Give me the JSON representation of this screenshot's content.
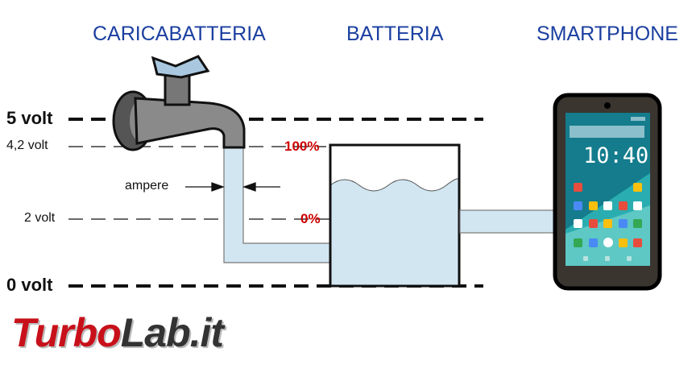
{
  "headers": {
    "charger": "CARICABATTERIA",
    "battery": "BATTERIA",
    "phone": "SMARTPHONE"
  },
  "levels": {
    "v5": "5 volt",
    "v42": "4,2 volt",
    "v2": "2 volt",
    "v0": "0 volt"
  },
  "battery": {
    "full": "100%",
    "empty": "0%"
  },
  "current_label": "ampere",
  "phone": {
    "clock": "10:40"
  },
  "logo": {
    "part1": "Turbo",
    "part2": "Lab.it"
  },
  "colors": {
    "water": "#d2e6f2",
    "header": "#1b3fa0",
    "percent": "#cc0000"
  }
}
